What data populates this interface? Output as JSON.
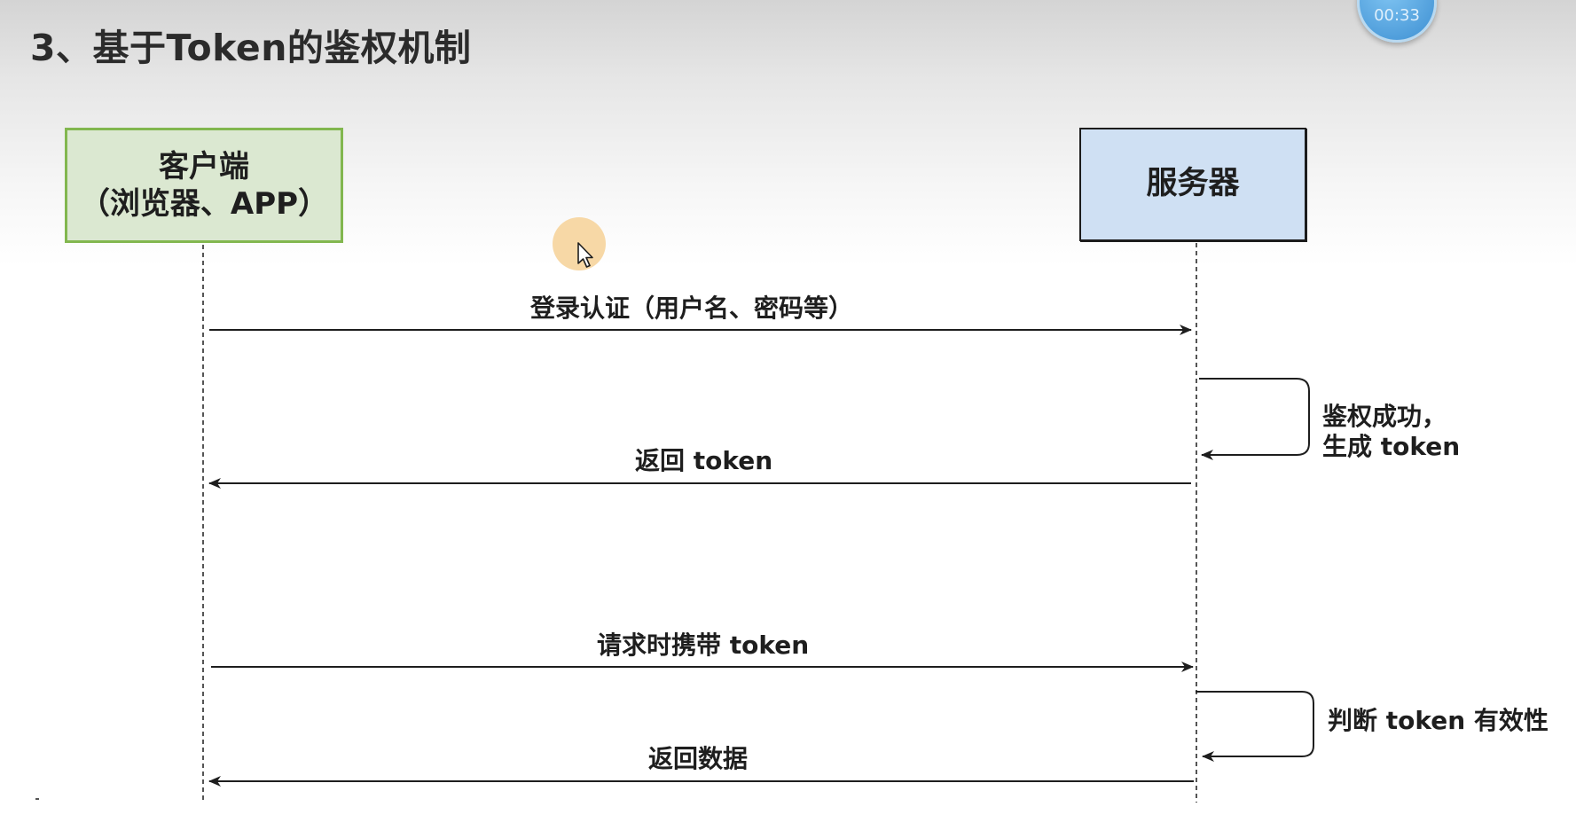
{
  "title": "3、基于Token的鉴权机制",
  "timer": "00:33",
  "actors": {
    "client": {
      "line1": "客户端",
      "line2": "（浏览器、APP）",
      "fill": "#dbe8d1",
      "border": "#82b74f"
    },
    "server": {
      "label": "服务器",
      "fill": "#cfe0f3",
      "border": "#1c1c1c"
    }
  },
  "messages": {
    "login": "登录认证（用户名、密码等）",
    "return_token": "返回 token",
    "request_with_token": "请求时携带 token",
    "return_data": "返回数据"
  },
  "notes": {
    "auth_line1": "鉴权成功，",
    "auth_line2": "生成 token",
    "validate": "判断 token 有效性"
  },
  "colors": {
    "line": "#1e1e1e",
    "lifeline": "#555555",
    "cursor_halo": "#f7d8a6"
  },
  "icons": [
    "mouse-cursor-icon",
    "timer-badge"
  ]
}
